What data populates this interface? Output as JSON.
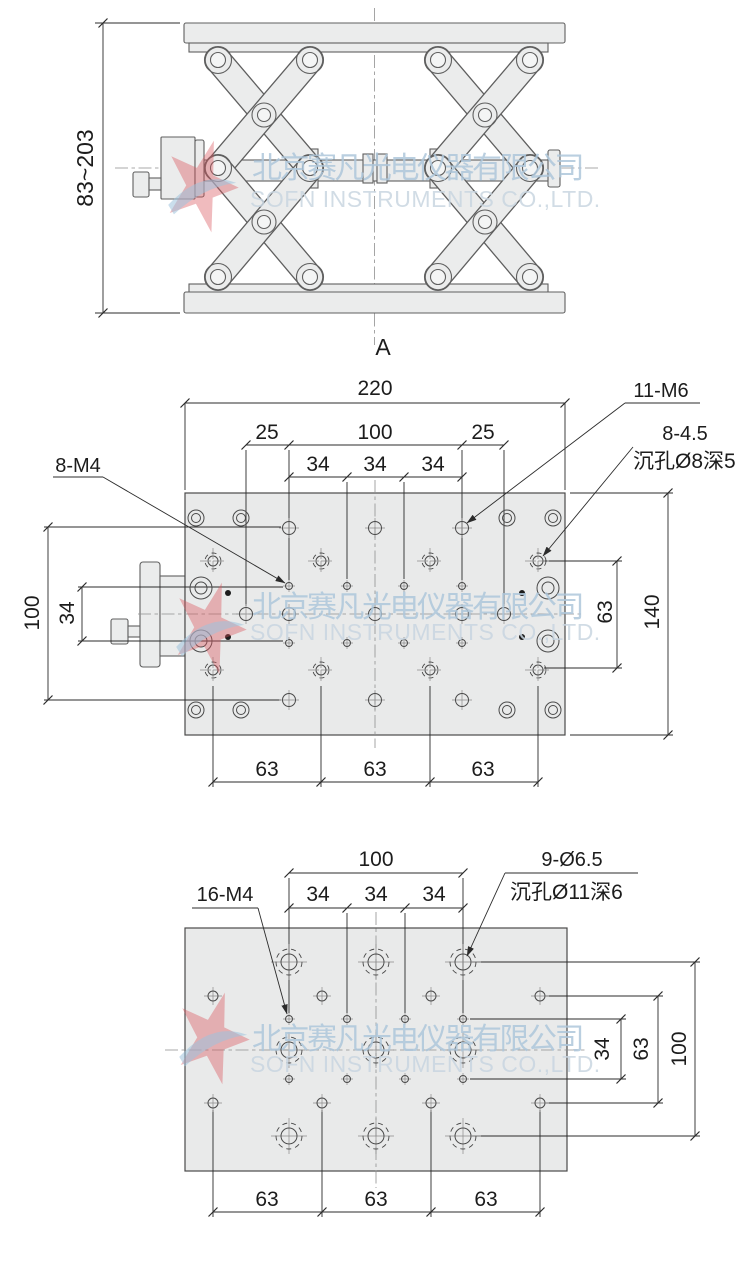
{
  "company_watermark": {
    "cn": "北京赛凡光电仪器有限公司",
    "en": "SOFN INSTRUMENTS CO.,LTD.",
    "cn_color": "#aec7db",
    "en_color": "#c9d6e1",
    "logo_red": "#d9545c",
    "logo_blue": "#9fc3dc"
  },
  "front_view": {
    "travel_height": "83~203",
    "section_label": "A"
  },
  "top_plate_view": {
    "dim_width": "220",
    "dim_left_offset": "25",
    "dim_center_span": "100",
    "dim_right_offset": "25",
    "dim_34_a": "34",
    "dim_34_b": "34",
    "dim_34_c": "34",
    "callout_m4": "8-M4",
    "callout_m6": "11-M6",
    "callout_cbore_line1": "8-4.5",
    "callout_cbore_line2": "沉孔Ø8深5",
    "dim_height_100": "100",
    "dim_34_left": "34",
    "dim_63_right": "63",
    "dim_height_140": "140",
    "dim_63_a": "63",
    "dim_63_b": "63",
    "dim_63_c": "63"
  },
  "bottom_plate_view": {
    "dim_center_span": "100",
    "dim_34_a": "34",
    "dim_34_b": "34",
    "dim_34_c": "34",
    "callout_m4": "16-M4",
    "callout_hole_line1": "9-Ø6.5",
    "callout_hole_line2": "沉孔Ø11深6",
    "dim_34_right": "34",
    "dim_63_right": "63",
    "dim_100_right": "100",
    "dim_63_a": "63",
    "dim_63_b": "63",
    "dim_63_c": "63"
  }
}
